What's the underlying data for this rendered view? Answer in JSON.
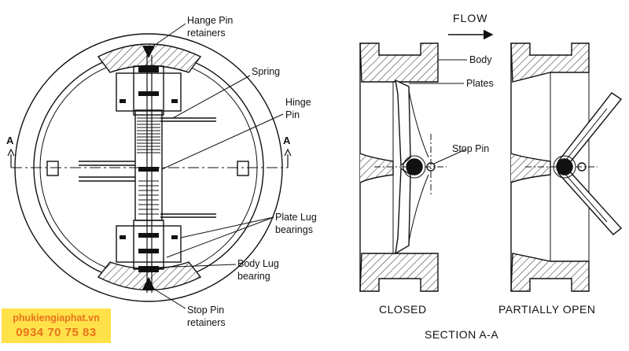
{
  "labels": {
    "hange_pin_retainers_1": "Hange Pin",
    "hange_pin_retainers_2": "retainers",
    "spring": "Spring",
    "hinge_pin_1": "Hinge",
    "hinge_pin_2": "Pin",
    "section_mark_left": "A",
    "section_mark_right": "A",
    "plate_lug_1": "Plate Lug",
    "plate_lug_2": "bearings",
    "body_lug_1": "Body Lug",
    "body_lug_2": "bearing",
    "stop_pin_retainers_1": "Stop Pin",
    "stop_pin_retainers_2": "retainers",
    "flow": "FLOW",
    "body": "Body",
    "plates": "Plates",
    "stop_pin": "Stop Pin",
    "closed": "CLOSED",
    "partially_open": "PARTIALLY OPEN",
    "section_title": "SECTION A-A"
  },
  "watermark": {
    "website": "phukiengiaphat.vn",
    "phone": "0934 70 75 83",
    "background": "#ffe14a",
    "text_color": "#e8731a"
  },
  "icons": [
    "flow-arrow-icon"
  ]
}
